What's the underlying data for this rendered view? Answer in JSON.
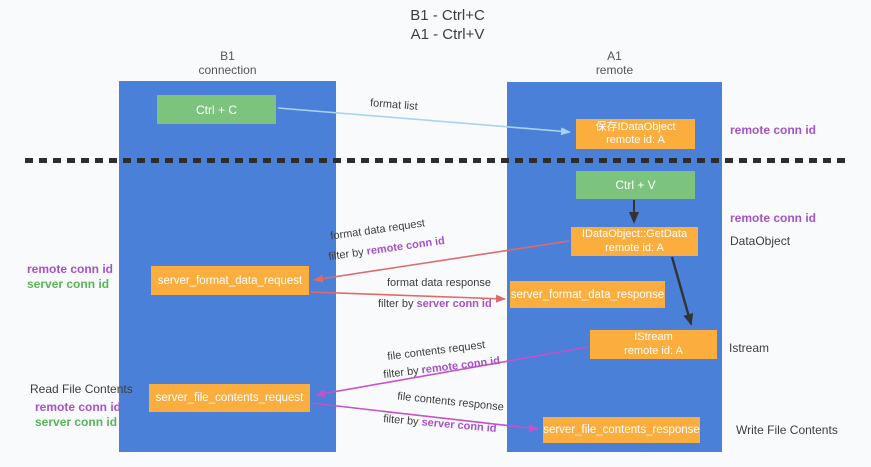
{
  "colors": {
    "background": "#f9fafb",
    "column_blue": "#4a80d8",
    "box_green": "#7cc47e",
    "box_orange": "#fbae3e",
    "arrow_lightblue": "#a9d3ee",
    "arrow_red": "#e0696b",
    "arrow_magenta": "#c850c8",
    "arrow_black": "#333333",
    "text_dark": "#3d3d3d",
    "text_purple": "#a552c7",
    "text_green": "#58b558",
    "dashed_line": "#2d2d2d"
  },
  "title": {
    "line1": "B1 - Ctrl+C",
    "line2": "A1 - Ctrl+V"
  },
  "headers": {
    "left": {
      "line1": "B1",
      "line2": "connection"
    },
    "right": {
      "line1": "A1",
      "line2": "remote"
    }
  },
  "nodes": {
    "ctrl_c": "Ctrl + C",
    "ctrl_v": "Ctrl + V",
    "save_idataobject_line1": "保存IDataObject",
    "save_idataobject_line2": "remote id: A",
    "getdata_line1": "IDataObject::GetData",
    "getdata_line2": "remote id: A",
    "istream_line1": "IStream",
    "istream_line2": "remote id: A",
    "server_format_data_request": "server_format_data_request",
    "server_format_data_response": "server_format_data_response",
    "server_file_contents_request": "server_file_contents_request",
    "server_file_contents_response": "server_file_contents_response"
  },
  "flow_labels": {
    "format_list": "format list",
    "format_data_request": "format data request",
    "filter_remote_1": {
      "prefix": "filter by ",
      "highlight": "remote conn id"
    },
    "format_data_response": "format data response",
    "filter_server_1": {
      "prefix": "filter by ",
      "highlight": "server conn id"
    },
    "file_contents_request": "file contents request",
    "filter_remote_2": {
      "prefix": "filter by ",
      "highlight": "remote conn id"
    },
    "file_contents_response": "file contents response",
    "filter_server_2": {
      "prefix": "filter by ",
      "highlight": "server conn id"
    }
  },
  "side_labels": {
    "right_top_remote": "remote conn id",
    "right_mid_remote": "remote conn id",
    "right_dataobject": "DataObject",
    "right_istream": "Istream",
    "right_write": "Write File Contents",
    "left_remote_1": "remote conn id",
    "left_server_1": "server conn id",
    "left_read": "Read File Contents",
    "left_remote_2": "remote conn id",
    "left_server_2": "server conn id"
  }
}
